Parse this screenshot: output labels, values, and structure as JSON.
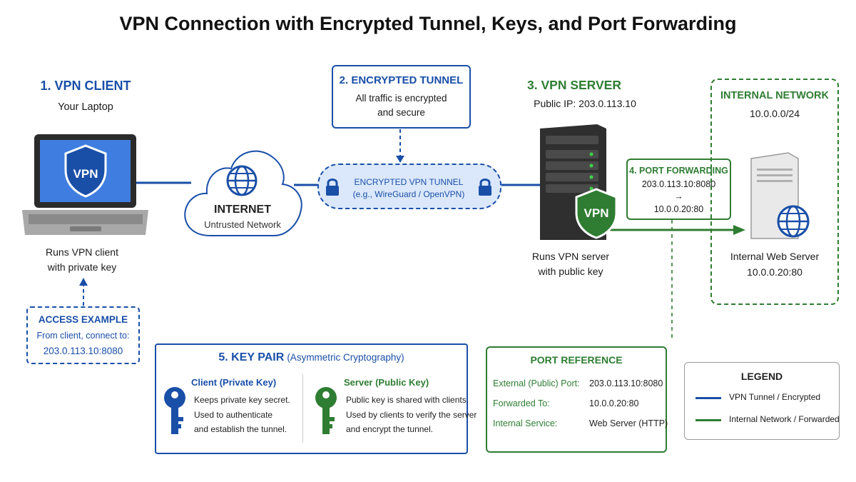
{
  "title": "VPN Connection with Encrypted Tunnel, Keys, and Port Forwarding",
  "client": {
    "heading": "1. VPN CLIENT",
    "subtitle": "Your Laptop",
    "shield_text": "VPN",
    "caption_1": "Runs VPN client",
    "caption_2": "with private key"
  },
  "access_example": {
    "heading": "ACCESS EXAMPLE",
    "line_1": "From client, connect to:",
    "line_2": "203.0.113.10:8080"
  },
  "internet": {
    "heading": "INTERNET",
    "subtitle": "Untrusted Network"
  },
  "encrypted_tunnel": {
    "heading": "2. ENCRYPTED TUNNEL",
    "line_1": "All traffic is encrypted",
    "line_2": "and secure",
    "pipe_title": "ENCRYPTED VPN TUNNEL",
    "pipe_subtitle": "(e.g., WireGuard / OpenVPN)"
  },
  "server": {
    "heading": "3. VPN SERVER",
    "public_ip": "Public IP: 203.0.113.10",
    "shield_text": "VPN",
    "caption_1": "Runs VPN server",
    "caption_2": "with public key"
  },
  "port_forwarding": {
    "heading": "4. PORT FORWARDING",
    "line_1": "203.0.113.10:8080",
    "arrow": "→",
    "line_2": "10.0.0.20:80"
  },
  "internal_network": {
    "heading": "INTERNAL NETWORK",
    "subnet": "10.0.0.0/24",
    "server_label": "Internal Web Server",
    "server_ip": "10.0.0.20:80"
  },
  "key_pair": {
    "heading": "5. KEY PAIR",
    "heading_note": "(Asymmetric Cryptography)",
    "client_title": "Client (Private Key)",
    "client_lines": [
      "Keeps private key secret.",
      "Used to authenticate",
      "and establish the tunnel."
    ],
    "server_title": "Server (Public Key)",
    "server_lines": [
      "Public key is shared with clients.",
      "Used by clients to verify the server",
      "and encrypt the tunnel."
    ]
  },
  "port_reference": {
    "heading": "PORT REFERENCE",
    "rows": [
      {
        "label": "External (Public) Port:",
        "value": "203.0.113.10:8080"
      },
      {
        "label": "Forwarded To:",
        "value": "10.0.0.20:80"
      },
      {
        "label": "Internal Service:",
        "value": "Web Server (HTTP)"
      }
    ]
  },
  "legend": {
    "heading": "LEGEND",
    "items": [
      {
        "label": "VPN Tunnel / Encrypted",
        "color": "#1a4fa8"
      },
      {
        "label": "Internal Network / Forwarded",
        "color": "#2e7d32"
      }
    ]
  },
  "colors": {
    "blue": "#1a4fa8",
    "green": "#2e7d32",
    "dark": "#333333"
  }
}
